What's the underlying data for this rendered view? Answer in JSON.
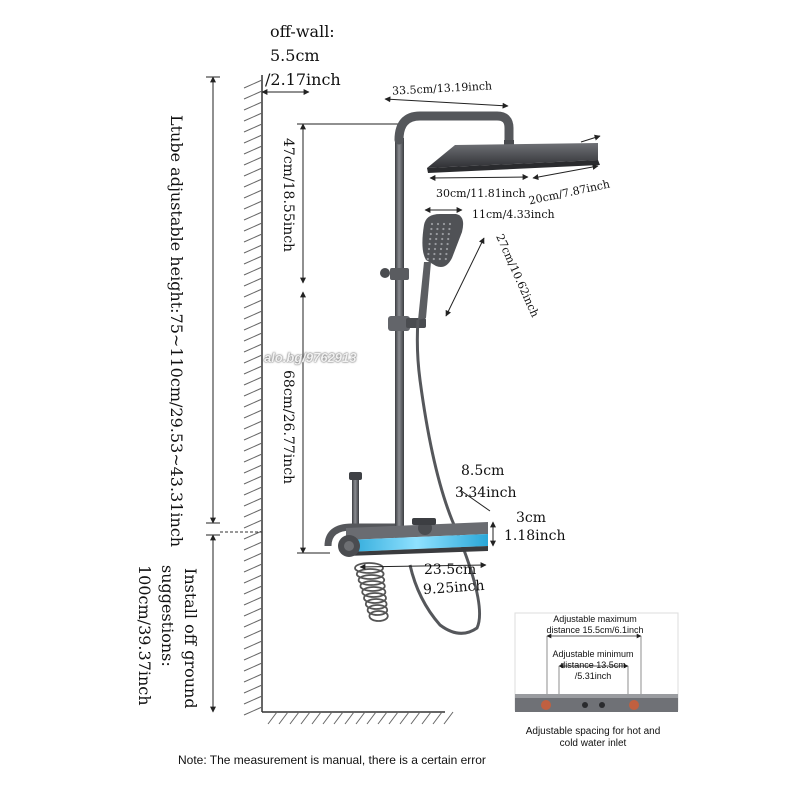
{
  "offwall": {
    "line1": "off-wall:",
    "line2": "5.5cm",
    "line3": "/2.17inch"
  },
  "vertical": {
    "ltube": "Ltube adjustable height:75~110cm/29.53~43.31inch",
    "install_line1": "Install off ground",
    "install_line2": "suggestions:",
    "install_line3": "100cm/39.37inch",
    "upper_rail": "47cm/18.55inch",
    "lower_rail": "68cm/26.77inch"
  },
  "dimensions": {
    "arm_width": "33.5cm/13.19inch",
    "head_width": "30cm/11.81inch",
    "head_depth": "20cm/7.87inch",
    "handheld_width": "11cm/4.33inch",
    "handheld_length": "27cm/10.62inch",
    "shelf_depth_1": "8.5cm",
    "shelf_depth_2": "3.34inch",
    "shelf_height_1": "3cm",
    "shelf_height_2": "1.18inch",
    "shelf_width_1": "23.5cm",
    "shelf_width_2": "9.25inch"
  },
  "inset": {
    "max_line1": "Adjustable maximum",
    "max_line2": "distance 15.5cm/6.1inch",
    "min_line1": "Adjustable minimum",
    "min_line2": "distance 13.5cm",
    "min_line3": "/5.31inch",
    "caption_line1": "Adjustable spacing for hot and",
    "caption_line2": "cold water inlet"
  },
  "watermark": "alo.bg/9762913",
  "note": "Note: The measurement is manual, there is a certain error",
  "colors": {
    "metal": "#4a4c50",
    "metal_light": "#7d7f84",
    "led_blue": "#3fb6e0",
    "line": "#222222"
  }
}
